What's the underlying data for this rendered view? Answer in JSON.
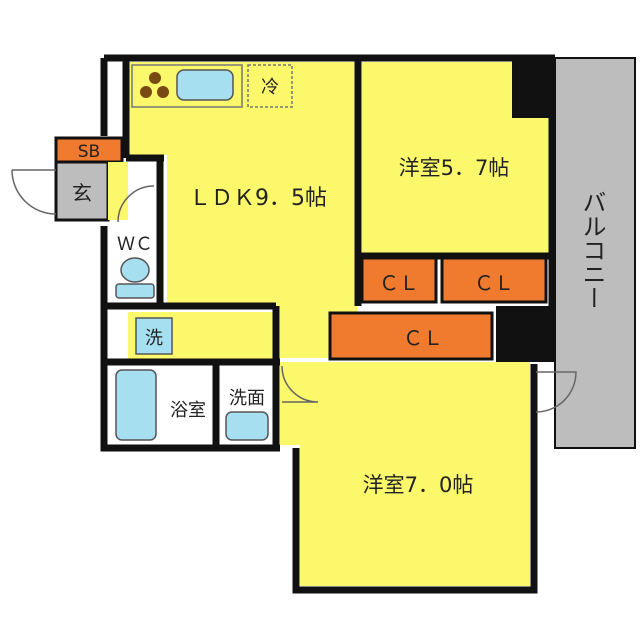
{
  "rooms": {
    "ldk": "ＬＤＫ9．5帖",
    "western_a": "洋室5．7帖",
    "western_b": "洋室7．0帖",
    "closet_1": "ＣＬ",
    "closet_2": "ＣＬ",
    "closet_3": "ＣＬ",
    "balcony": "バルコニー",
    "entrance": "玄",
    "shoe_box": "SB",
    "wc": "ＷＣ",
    "washer": "洗",
    "bath": "浴室",
    "washroom": "洗面",
    "fridge": "冷"
  },
  "colors": {
    "room": "#fbf86c",
    "closet": "#f07b2e",
    "balcony": "#bdbdbd",
    "fixture": "#a6dff0",
    "wall": "#111111",
    "floor_white": "#ffffff"
  }
}
